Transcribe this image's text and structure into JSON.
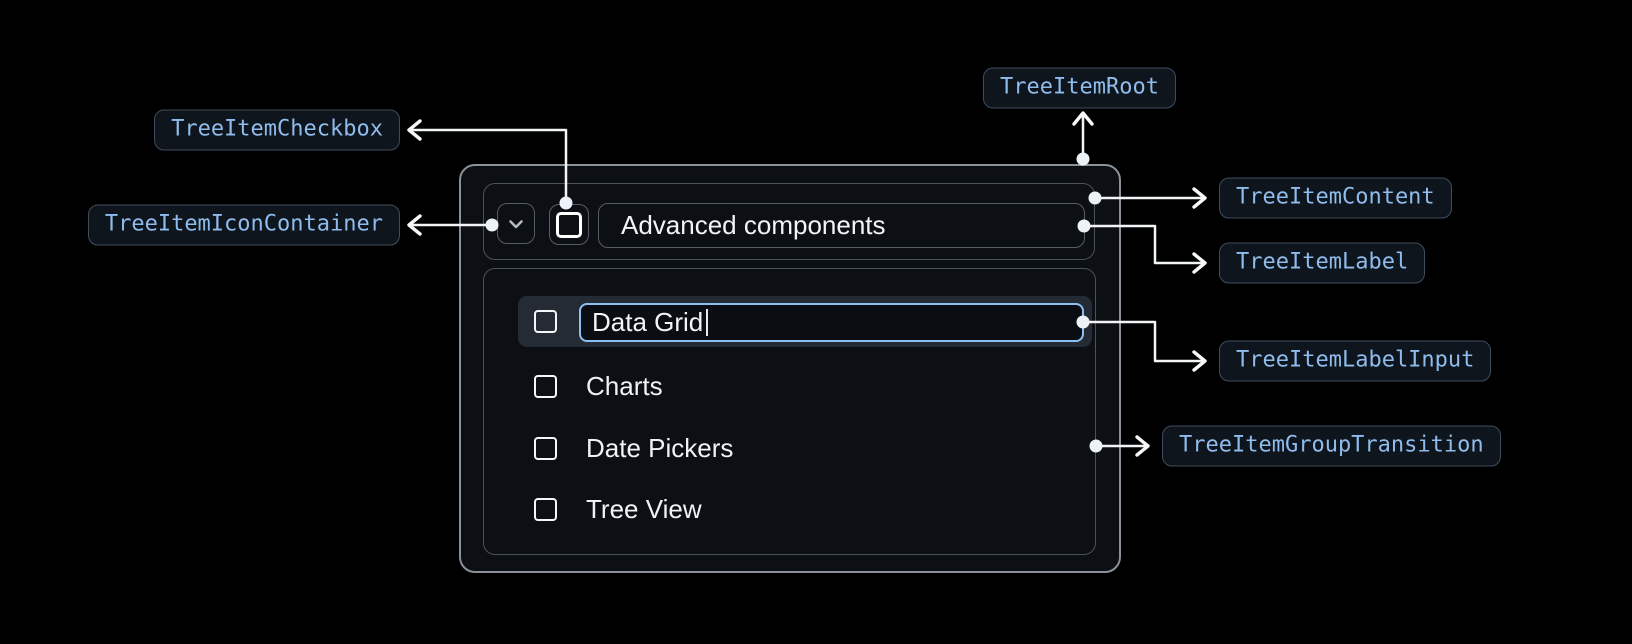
{
  "diagram": {
    "annotations": {
      "checkbox": {
        "label": "TreeItemCheckbox"
      },
      "icon_container": {
        "label": "TreeItemIconContainer"
      },
      "root": {
        "label": "TreeItemRoot"
      },
      "content": {
        "label": "TreeItemContent"
      },
      "label": {
        "label": "TreeItemLabel"
      },
      "label_input": {
        "label": "TreeItemLabelInput"
      },
      "group_transition": {
        "label": "TreeItemGroupTransition"
      }
    },
    "colors": {
      "background": "#000000",
      "annotation_text": "#8FBCEC",
      "annotation_bg": "#0E151D",
      "annotation_border": "#3F4D5B",
      "connector": "#F2F5F8",
      "root_border": "#8A9199",
      "inner_border": "#4B525A",
      "selected_row_bg": "#252B34",
      "input_focus_border": "#8FBFF2",
      "text": "#F2F4F6"
    },
    "icons": {
      "expand": "chevron-down-icon",
      "checkbox_unchecked": "checkbox-blank-icon"
    }
  },
  "tree": {
    "parent": {
      "label": "Advanced components",
      "expanded": true
    },
    "editing_item": {
      "value": "Data Grid"
    },
    "items": [
      "Charts",
      "Date Pickers",
      "Tree View"
    ]
  }
}
